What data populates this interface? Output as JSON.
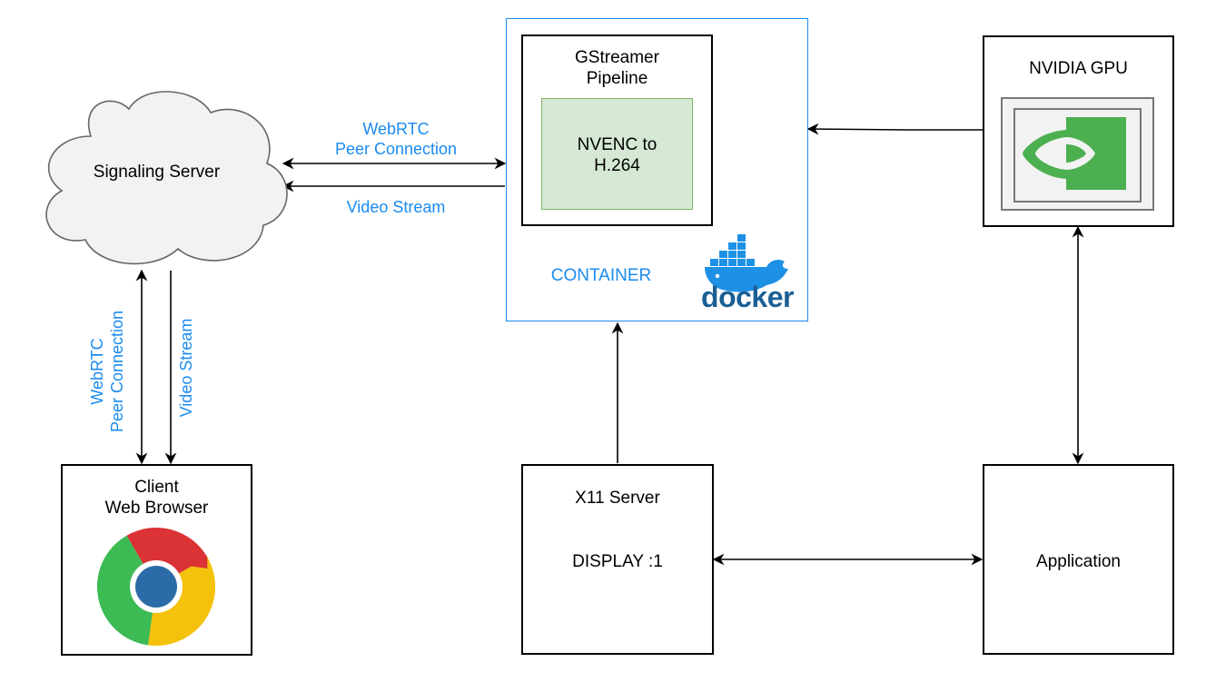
{
  "nodes": {
    "signaling_server": {
      "label": "Signaling Server"
    },
    "container": {
      "label": "CONTAINER",
      "logo_text": "docker"
    },
    "gstreamer_pipeline": {
      "label": "GStreamer\nPipeline"
    },
    "nvenc": {
      "label": "NVENC to\nH.264"
    },
    "nvidia_gpu": {
      "label": "NVIDIA GPU"
    },
    "client_browser": {
      "label": "Client\nWeb Browser"
    },
    "x11_server": {
      "label": "X11 Server",
      "display": "DISPLAY :1"
    },
    "application": {
      "label": "Application"
    }
  },
  "edges": {
    "webrtc_top": {
      "label": "WebRTC\nPeer Connection"
    },
    "video_top": {
      "label": "Video Stream"
    },
    "webrtc_left": {
      "label": "WebRTC\nPeer Connection"
    },
    "video_left": {
      "label": "Video Stream"
    }
  },
  "colors": {
    "accent_blue": "#1a8bf0",
    "nvenc_fill": "#d5e8d4",
    "nvenc_border": "#82b366",
    "nvidia_green": "#4caf50",
    "docker_blue": "#1d91e6",
    "cloud_fill": "#f2f2f2"
  },
  "icons": {
    "browser": "chrome-icon",
    "gpu": "nvidia-logo-icon",
    "container": "docker-logo-icon"
  }
}
